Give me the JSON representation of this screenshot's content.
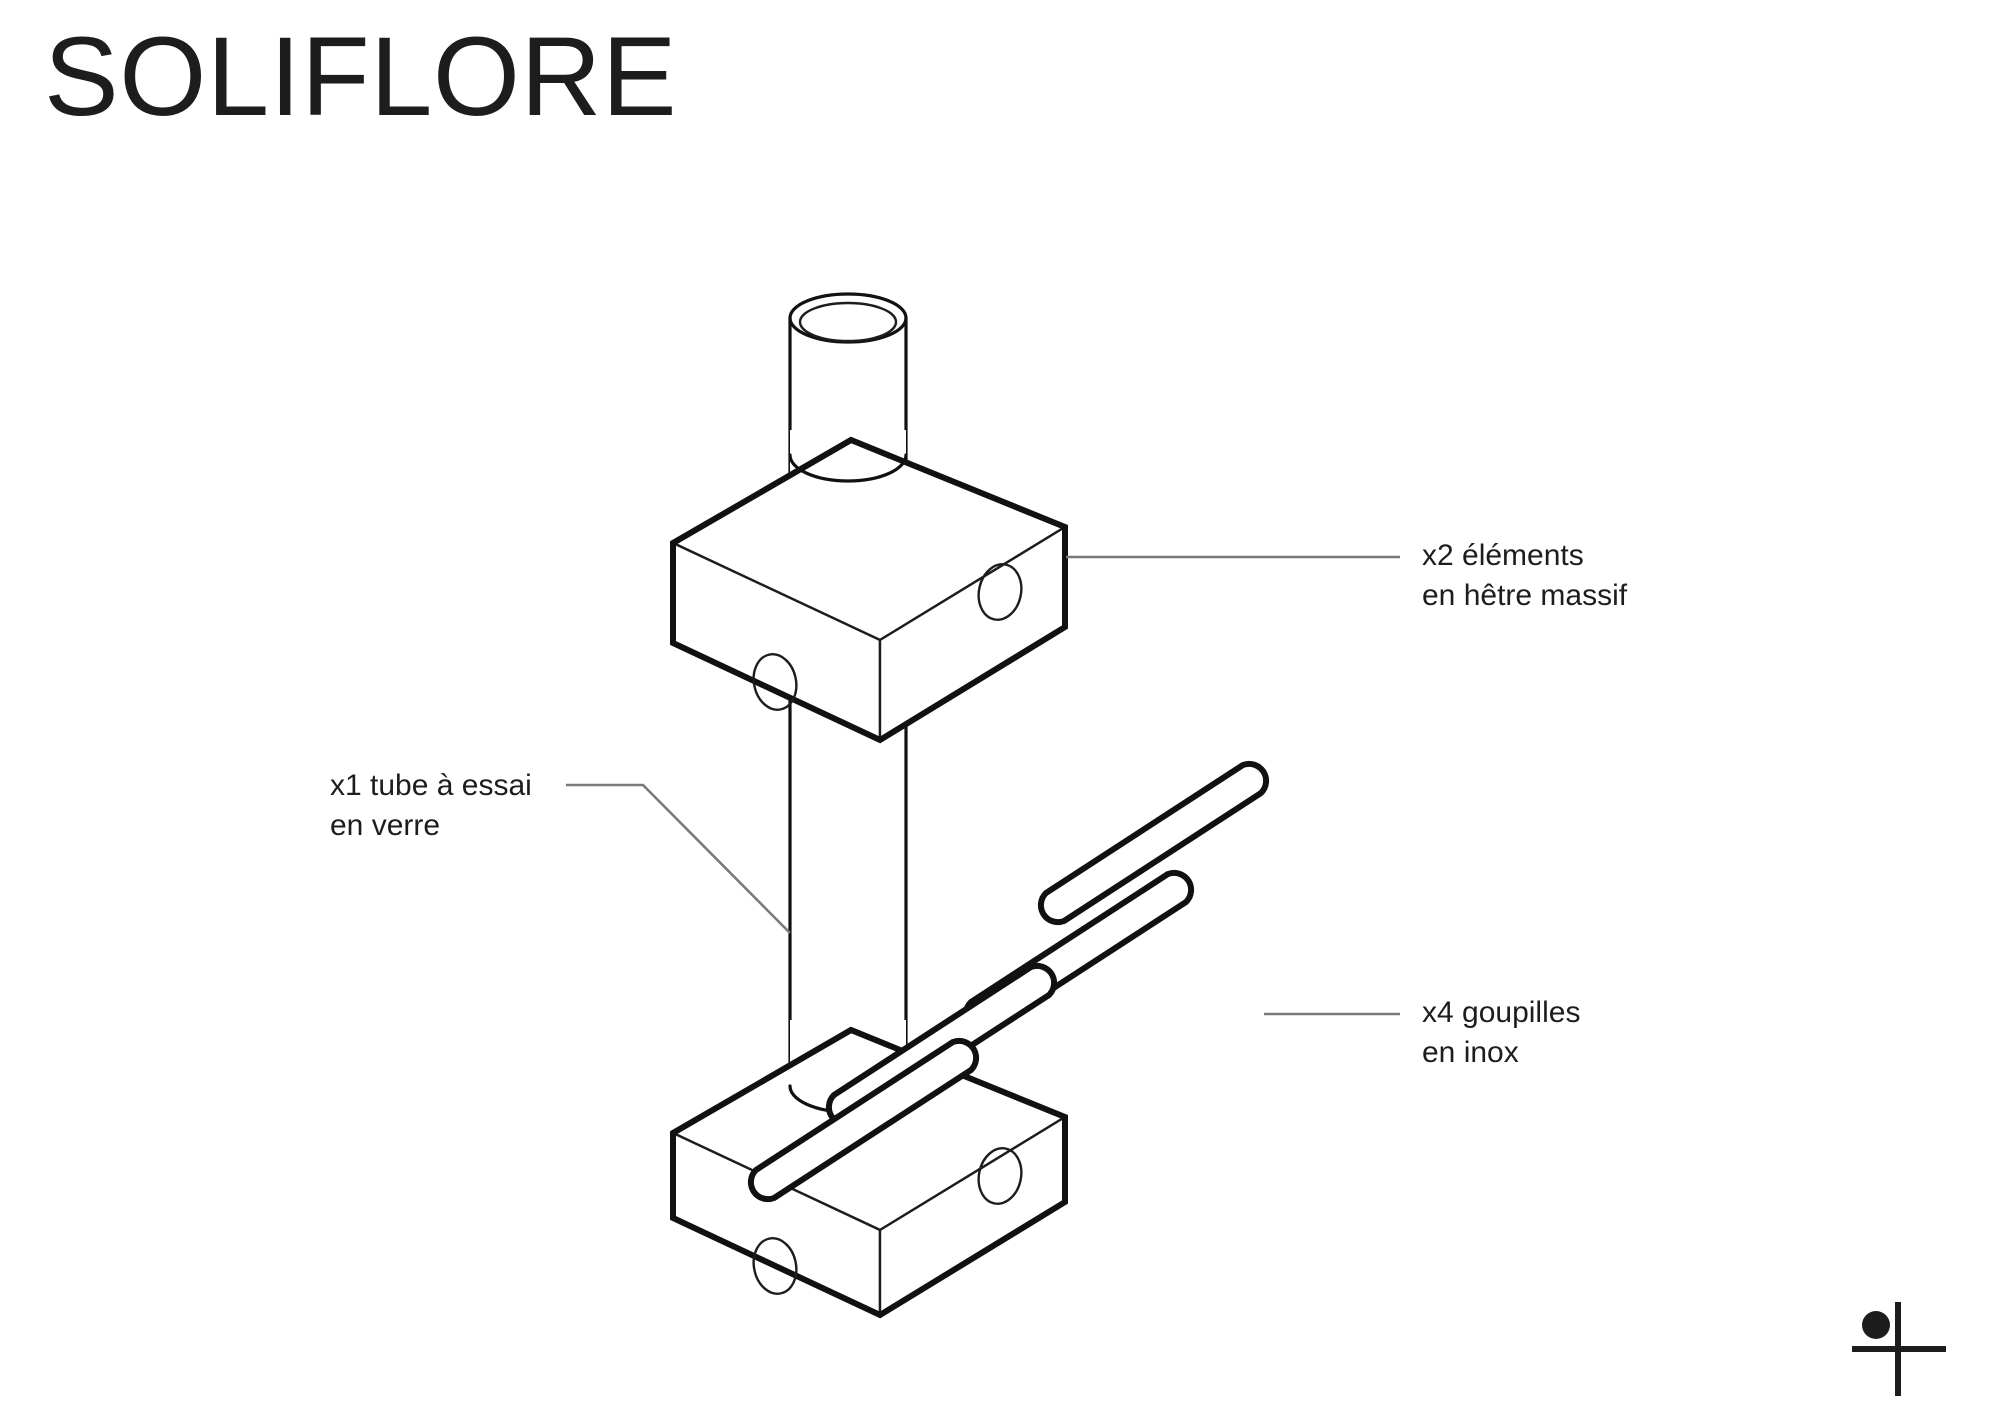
{
  "document": {
    "title": "SOLIFLORE",
    "background_color": "#ffffff",
    "ink_color": "#1d1d1d",
    "leader_color": "#6e6e6e",
    "drawing_type": "exploded isometric assembly drawing"
  },
  "callouts": [
    {
      "id": "elements",
      "name": "wooden-elements",
      "line1": "x2 éléments",
      "line2": "en hêtre massif",
      "quantity": "x2",
      "part": "éléments",
      "material": "hêtre massif",
      "side": "right"
    },
    {
      "id": "tube",
      "name": "glass-test-tube",
      "line1": "x1 tube à essai",
      "line2": "en verre",
      "quantity": "x1",
      "part": "tube à essai",
      "material": "verre",
      "side": "left"
    },
    {
      "id": "pins",
      "name": "stainless-pins",
      "line1": "x4 goupilles",
      "line2": "en inox",
      "quantity": "x4",
      "part": "goupilles",
      "material": "inox",
      "side": "right"
    }
  ],
  "parts": {
    "blocks": {
      "count": 2,
      "holes_per_block": 2,
      "label": "hêtre massif block"
    },
    "tube": {
      "count": 1,
      "label": "tube à essai en verre"
    },
    "pins": {
      "count": 4,
      "label": "goupille en inox"
    }
  },
  "logo": {
    "name": "cross-dot-mark",
    "description": "plus sign with filled dot in upper-left quadrant"
  }
}
